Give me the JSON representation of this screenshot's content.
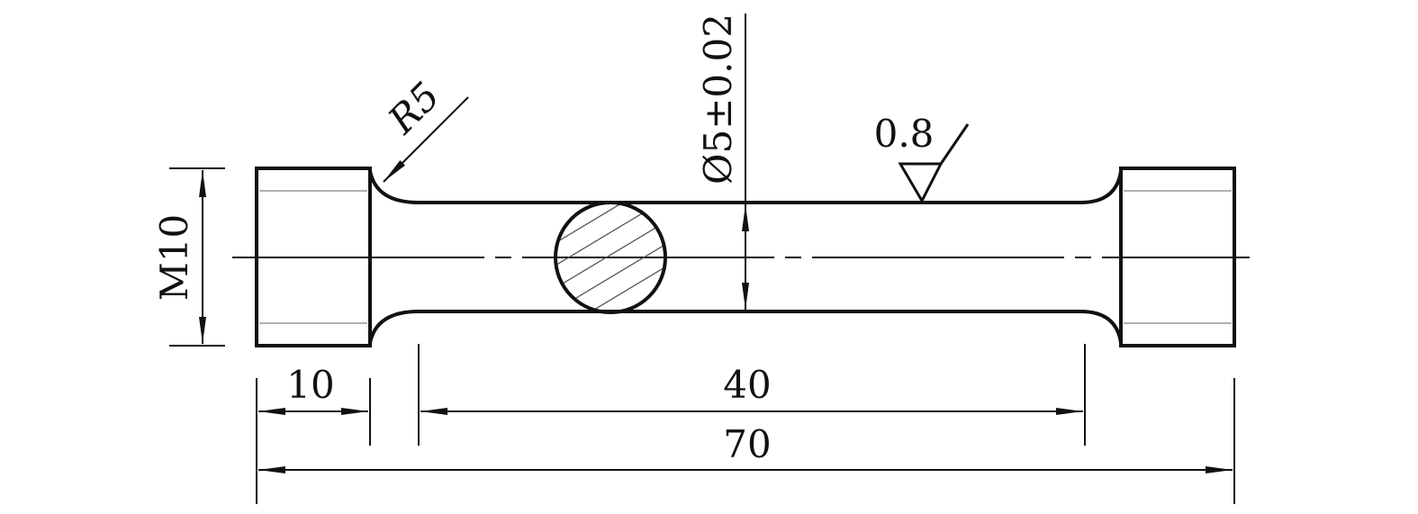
{
  "drawing": {
    "labels": {
      "thread": "M10",
      "radius": "R5",
      "diameter": "Ø5±0.02",
      "roughness": "0.8",
      "grip_length": "10",
      "gauge_length": "40",
      "total_length": "70"
    },
    "colors": {
      "line": "#111111",
      "thread_line": "#b0b0b0",
      "background": "#ffffff"
    }
  }
}
